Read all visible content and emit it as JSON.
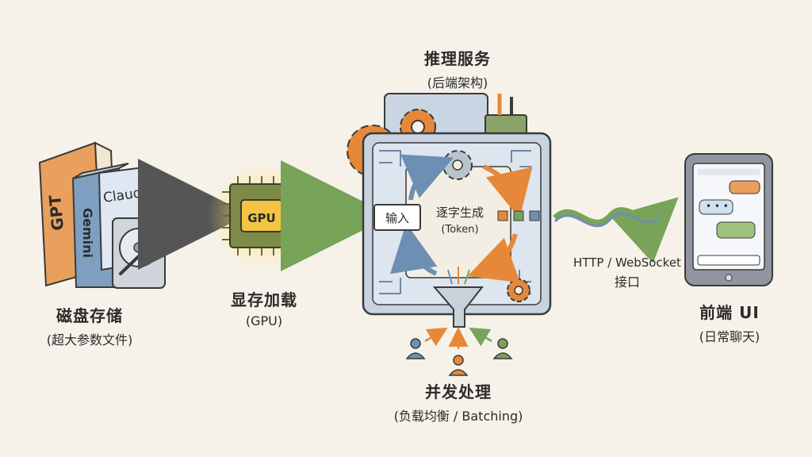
{
  "storage": {
    "title": "磁盘存储",
    "subtitle": "(超大参数文件)",
    "books": [
      "GPT",
      "Gemini",
      "Claude"
    ]
  },
  "gpu_load": {
    "title": "显存加载",
    "subtitle": "(GPU)",
    "chip_label": "GPU"
  },
  "inference": {
    "title": "推理服务",
    "subtitle": "(后端架构)",
    "input_label": "输入",
    "token_title": "逐字生成",
    "token_sub": "(Token)"
  },
  "interface": {
    "line1": "HTTP / WebSocket",
    "line2": "接口"
  },
  "frontend": {
    "title": "前端 UI",
    "subtitle": "(日常聊天)"
  },
  "concurrency": {
    "title": "并发处理",
    "subtitle": "(负载均衡 / Batching)"
  },
  "colors": {
    "accent_orange": "#e6883a",
    "accent_blue": "#6d8fb3",
    "accent_green": "#7aa35a",
    "gpu_yellow": "#f4c542"
  }
}
